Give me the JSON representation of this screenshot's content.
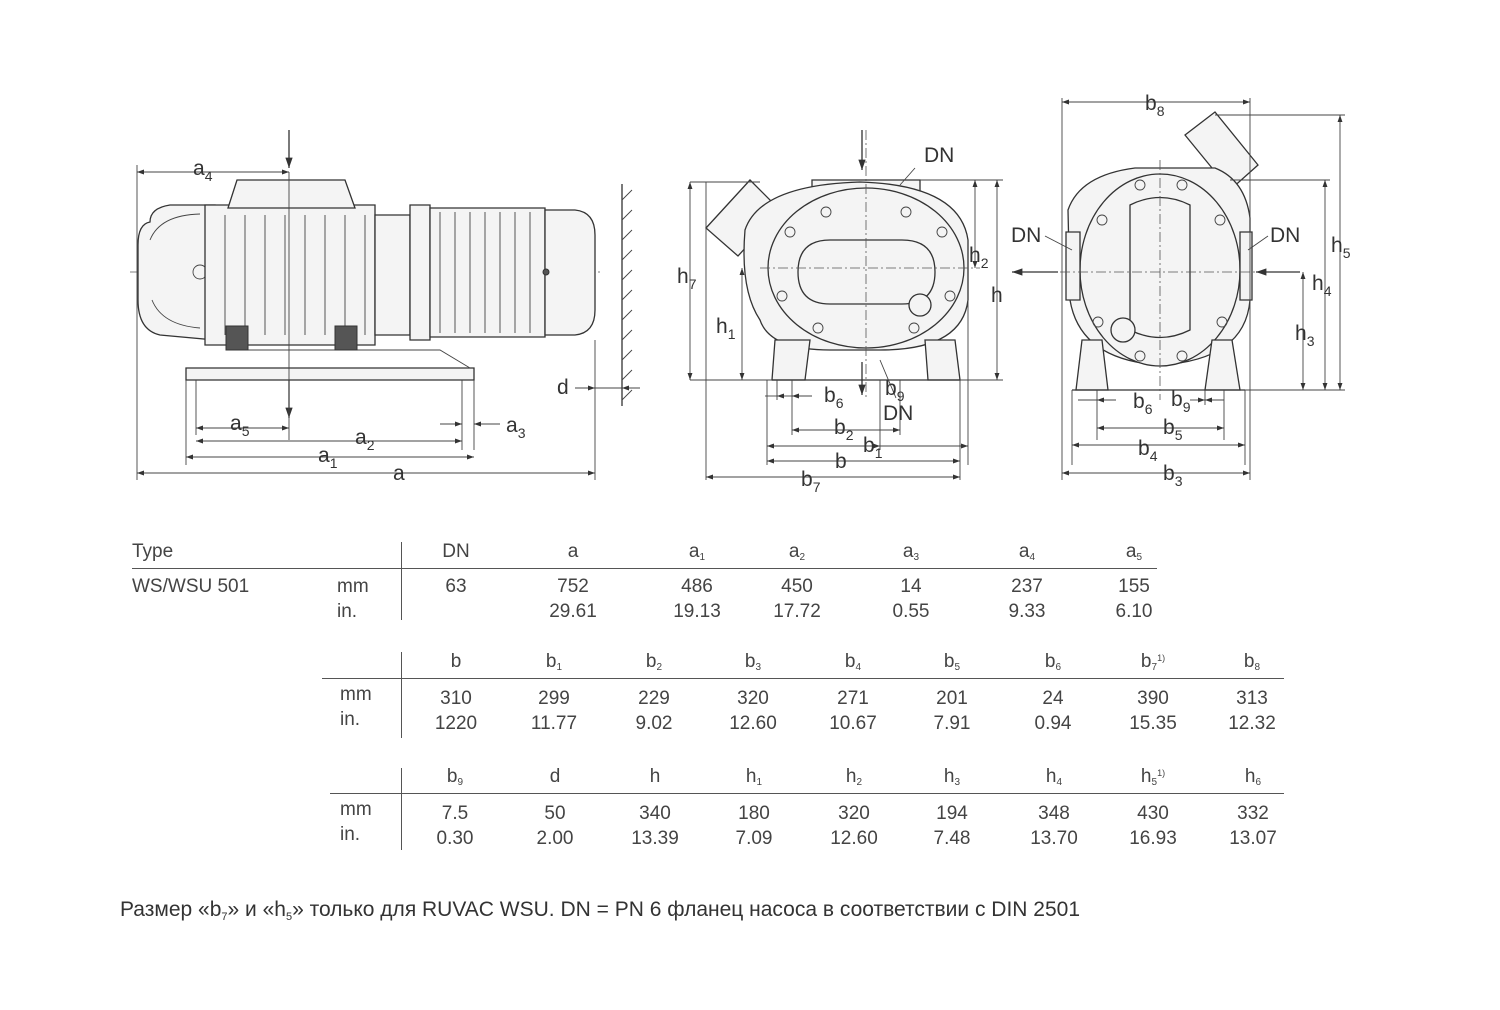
{
  "drawing": {
    "side_labels": {
      "a4": "a",
      "a5": "a",
      "a2": "a",
      "a1": "a",
      "a": "a",
      "a3": "a",
      "d": "d"
    },
    "front_labels": {
      "dn_top": "DN",
      "dn_bottom": "DN",
      "h7": "h",
      "h1": "h",
      "h2": "h",
      "h": "h",
      "b6": "b",
      "b9": "b",
      "b2": "b",
      "b1": "b",
      "b": "b",
      "b7": "b"
    },
    "rear_labels": {
      "b8": "b",
      "dn_left": "DN",
      "dn_right": "DN",
      "h5": "h",
      "h4": "h",
      "h3": "h",
      "b6": "b",
      "b9": "b",
      "b5": "b",
      "b4": "b",
      "b3": "b"
    },
    "subscripts": {
      "a4": "4",
      "a5": "5",
      "a2": "2",
      "a1": "1",
      "a3": "3",
      "h7": "7",
      "h1": "1",
      "h2": "2",
      "b6": "6",
      "b9": "9",
      "b2": "2",
      "b1": "1",
      "b7": "7",
      "b8": "8",
      "h5": "5",
      "h4": "4",
      "h3": "3",
      "b5": "5",
      "b4": "4",
      "b3": "3"
    }
  },
  "table1": {
    "type_label": "Type",
    "model": "WS/WSU 501",
    "unit_mm": "mm",
    "unit_in": "in.",
    "headers": [
      {
        "t": "DN",
        "s": ""
      },
      {
        "t": "a",
        "s": ""
      },
      {
        "t": "a",
        "s": "1"
      },
      {
        "t": "a",
        "s": "2"
      },
      {
        "t": "a",
        "s": "3"
      },
      {
        "t": "a",
        "s": "4"
      },
      {
        "t": "a",
        "s": "5"
      }
    ],
    "mm": [
      "63",
      "752",
      "486",
      "450",
      "14",
      "237",
      "155"
    ],
    "in": [
      "",
      "29.61",
      "19.13",
      "17.72",
      "0.55",
      "9.33",
      "6.10"
    ]
  },
  "table2": {
    "unit_mm": "mm",
    "unit_in": "in.",
    "headers": [
      {
        "t": "b",
        "s": "",
        "sup": ""
      },
      {
        "t": "b",
        "s": "1",
        "sup": ""
      },
      {
        "t": "b",
        "s": "2",
        "sup": ""
      },
      {
        "t": "b",
        "s": "3",
        "sup": ""
      },
      {
        "t": "b",
        "s": "4",
        "sup": ""
      },
      {
        "t": "b",
        "s": "5",
        "sup": ""
      },
      {
        "t": "b",
        "s": "6",
        "sup": ""
      },
      {
        "t": "b",
        "s": "7",
        "sup": "1)"
      },
      {
        "t": "b",
        "s": "8",
        "sup": ""
      }
    ],
    "mm": [
      "310",
      "299",
      "229",
      "320",
      "271",
      "201",
      "24",
      "390",
      "313"
    ],
    "in": [
      "1220",
      "11.77",
      "9.02",
      "12.60",
      "10.67",
      "7.91",
      "0.94",
      "15.35",
      "12.32"
    ]
  },
  "table3": {
    "unit_mm": "mm",
    "unit_in": "in.",
    "headers": [
      {
        "t": "b",
        "s": "9",
        "sup": ""
      },
      {
        "t": "d",
        "s": "",
        "sup": ""
      },
      {
        "t": "h",
        "s": "",
        "sup": ""
      },
      {
        "t": "h",
        "s": "1",
        "sup": ""
      },
      {
        "t": "h",
        "s": "2",
        "sup": ""
      },
      {
        "t": "h",
        "s": "3",
        "sup": ""
      },
      {
        "t": "h",
        "s": "4",
        "sup": ""
      },
      {
        "t": "h",
        "s": "5",
        "sup": "1)"
      },
      {
        "t": "h",
        "s": "6",
        "sup": ""
      }
    ],
    "mm": [
      "7.5",
      "50",
      "340",
      "180",
      "320",
      "194",
      "348",
      "430",
      "332"
    ],
    "in": [
      "0.30",
      "2.00",
      "13.39",
      "7.09",
      "12.60",
      "7.48",
      "13.70",
      "16.93",
      "13.07"
    ]
  },
  "note": {
    "part1": "Размер «b",
    "sub1": "7",
    "part2": "» и «h",
    "sub2": "5",
    "part3": "» только для RUVAC WSU. DN = PN 6 фланец насоса в соответствии с DIN 2501"
  }
}
